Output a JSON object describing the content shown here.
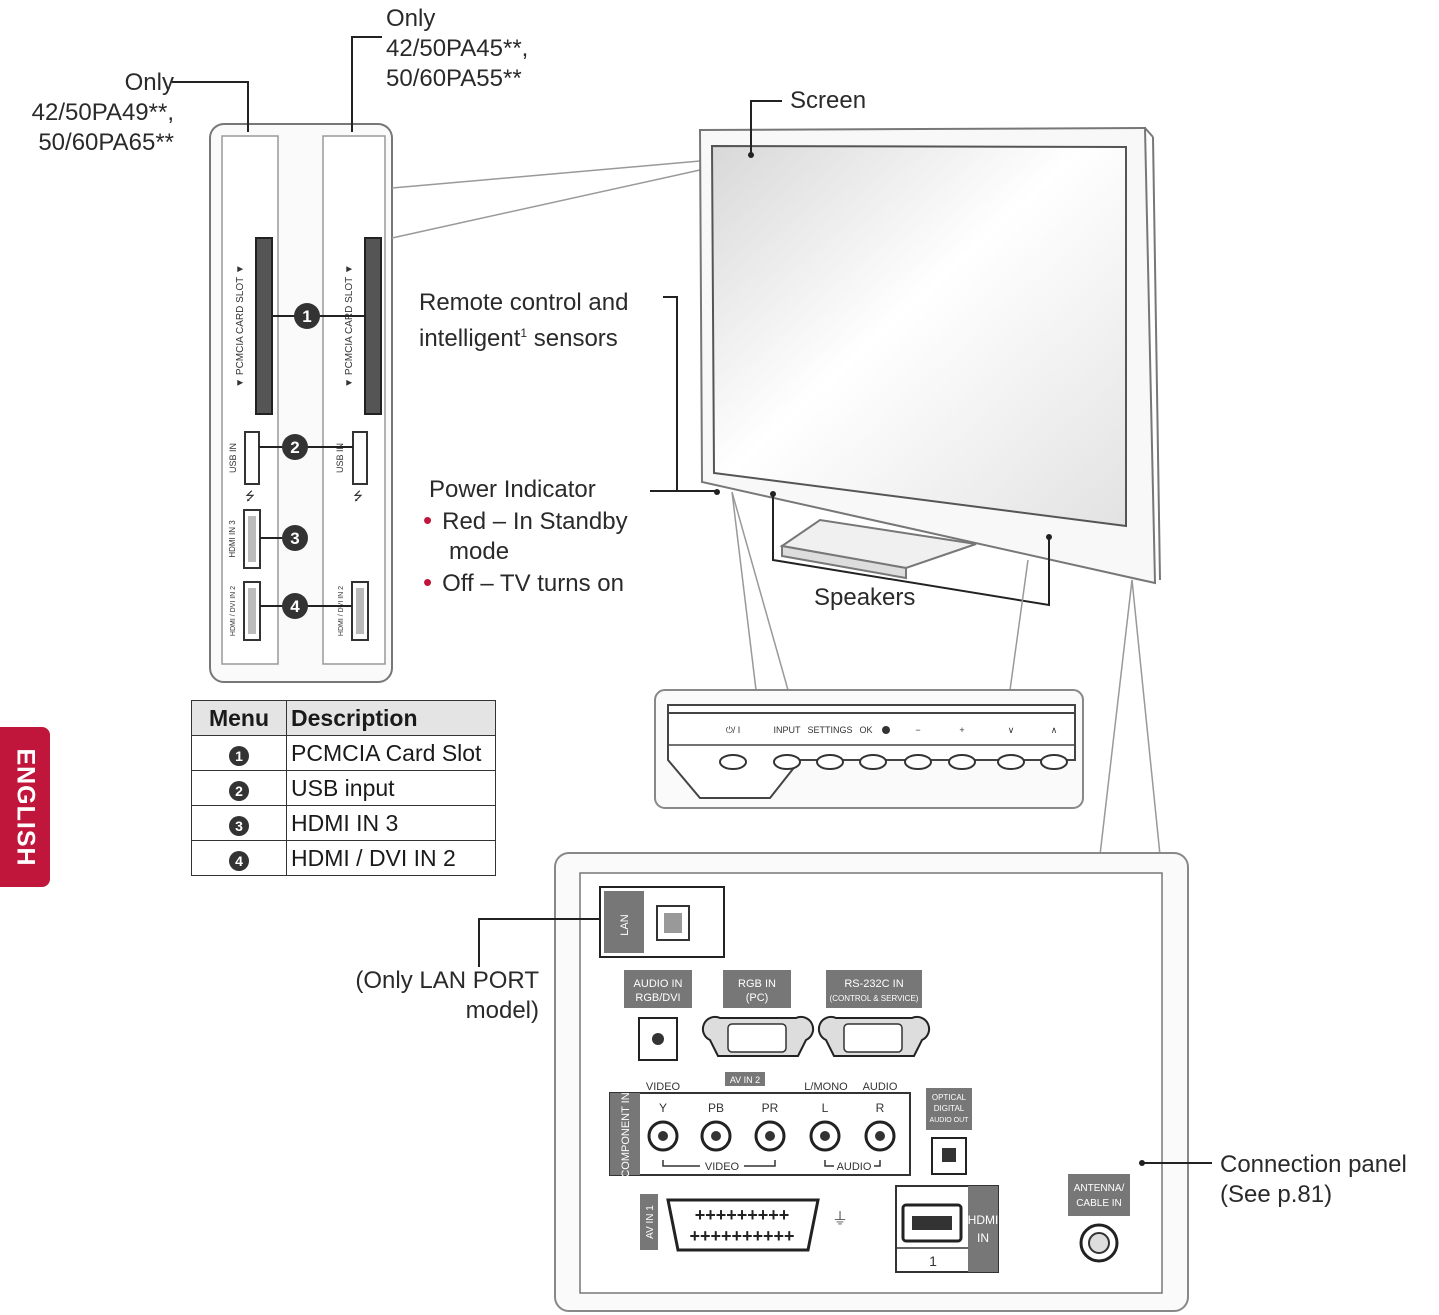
{
  "language_tab": "ENGLISH",
  "labels": {
    "only_a": [
      "Only",
      "42/50PA49**,",
      "50/60PA65**"
    ],
    "only_b": [
      "Only",
      "42/50PA45**,",
      "50/60PA55**"
    ],
    "screen": "Screen",
    "remote_sensors": [
      "Remote control and",
      "intelligent",
      "1",
      " sensors"
    ],
    "power_indicator": {
      "title": "Power Indicator",
      "items": [
        "Red – In Standby",
        "mode",
        "Off – TV turns on"
      ]
    },
    "speakers": "Speakers",
    "lan_note": [
      "(Only LAN PORT",
      "model)"
    ],
    "connection_panel": [
      "Connection panel",
      "(See p.81)"
    ]
  },
  "side_panel": {
    "pcmcia": "▼ PCMCIA CARD SLOT ▼",
    "usb": "USB IN",
    "hdmi3": "HDMI IN 3",
    "hdmi2": "HDMI / DVI IN 2",
    "callouts": [
      "1",
      "2",
      "3",
      "4"
    ]
  },
  "legend": {
    "headers": [
      "Menu",
      "Description"
    ],
    "rows": [
      {
        "num": "1",
        "desc": "PCMCIA Card Slot"
      },
      {
        "num": "2",
        "desc": "USB input"
      },
      {
        "num": "3",
        "desc": "HDMI IN 3"
      },
      {
        "num": "4",
        "desc": "HDMI / DVI IN 2"
      }
    ]
  },
  "buttons": [
    "⏻/ I",
    "INPUT",
    "SETTINGS",
    "OK",
    "−",
    "+",
    "∨",
    "∧"
  ],
  "back_panel": {
    "lan": "LAN",
    "audio_in": [
      "AUDIO IN",
      "RGB/DVI"
    ],
    "rgb_in": [
      "RGB IN",
      "(PC)"
    ],
    "rs232": [
      "RS-232C IN",
      "(CONTROL & SERVICE)"
    ],
    "av_in2": "AV IN 2",
    "video": "VIDEO",
    "lmono": "L/MONO",
    "audio": "AUDIO",
    "component_in": "COMPONENT IN",
    "jacks": [
      "Y",
      "PB",
      "PR",
      "L",
      "R"
    ],
    "video_under": "VIDEO",
    "audio_under": "AUDIO",
    "optical": [
      "OPTICAL",
      "DIGITAL",
      "AUDIO OUT"
    ],
    "av_in1": "AV IN 1",
    "hdmi_in": [
      "HDMI",
      "IN"
    ],
    "hdmi_num": "1",
    "antenna": [
      "ANTENNA/",
      "CABLE IN"
    ]
  },
  "colors": {
    "accent": "#c0163c",
    "line": "#333333",
    "panel_fill": "#f4f4f4"
  }
}
